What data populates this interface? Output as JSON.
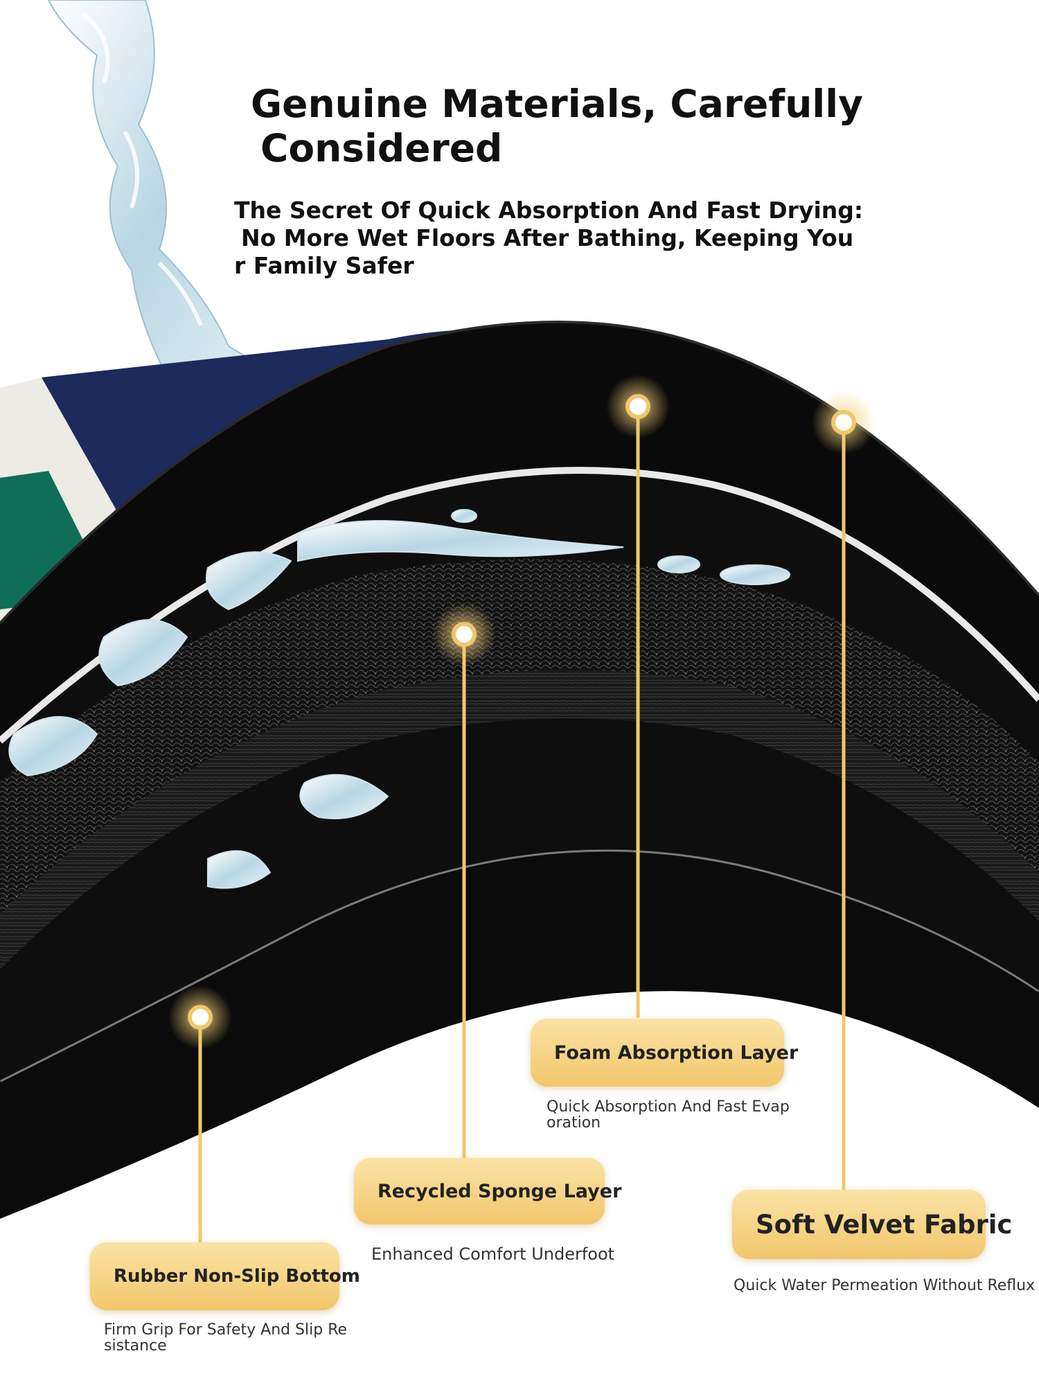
{
  "heading": {
    "title_lines": [
      "Genuine Materials, Carefully",
      "Considered"
    ],
    "subtitle_lines": [
      "The Secret Of Quick Absorption And Fast Drying:",
      "No More Wet Floors After Bathing, Keeping You",
      "r Family Safer"
    ]
  },
  "layers": [
    {
      "label": "Foam Absorption Layer",
      "description_lines": [
        "Quick Absorption And Fast Evap",
        "oration"
      ]
    },
    {
      "label": "Recycled Sponge Layer",
      "description_lines": [
        "Enhanced Comfort Underfoot"
      ]
    },
    {
      "label": "Soft Velvet Fabric",
      "description_lines": [
        "Quick Water Permeation Without Reflux"
      ]
    },
    {
      "label": "Rubber Non-Slip Bottom",
      "description_lines": [
        "Firm Grip For Safety And Slip Re",
        "sistance"
      ]
    }
  ],
  "colors": {
    "accent_gold": "#f1c76b",
    "mat_navy": "#1c2a5c",
    "stripe_green": "#0f6e58",
    "stripe_cream": "#ecebe4",
    "layer_black": "#0b0b0b"
  }
}
